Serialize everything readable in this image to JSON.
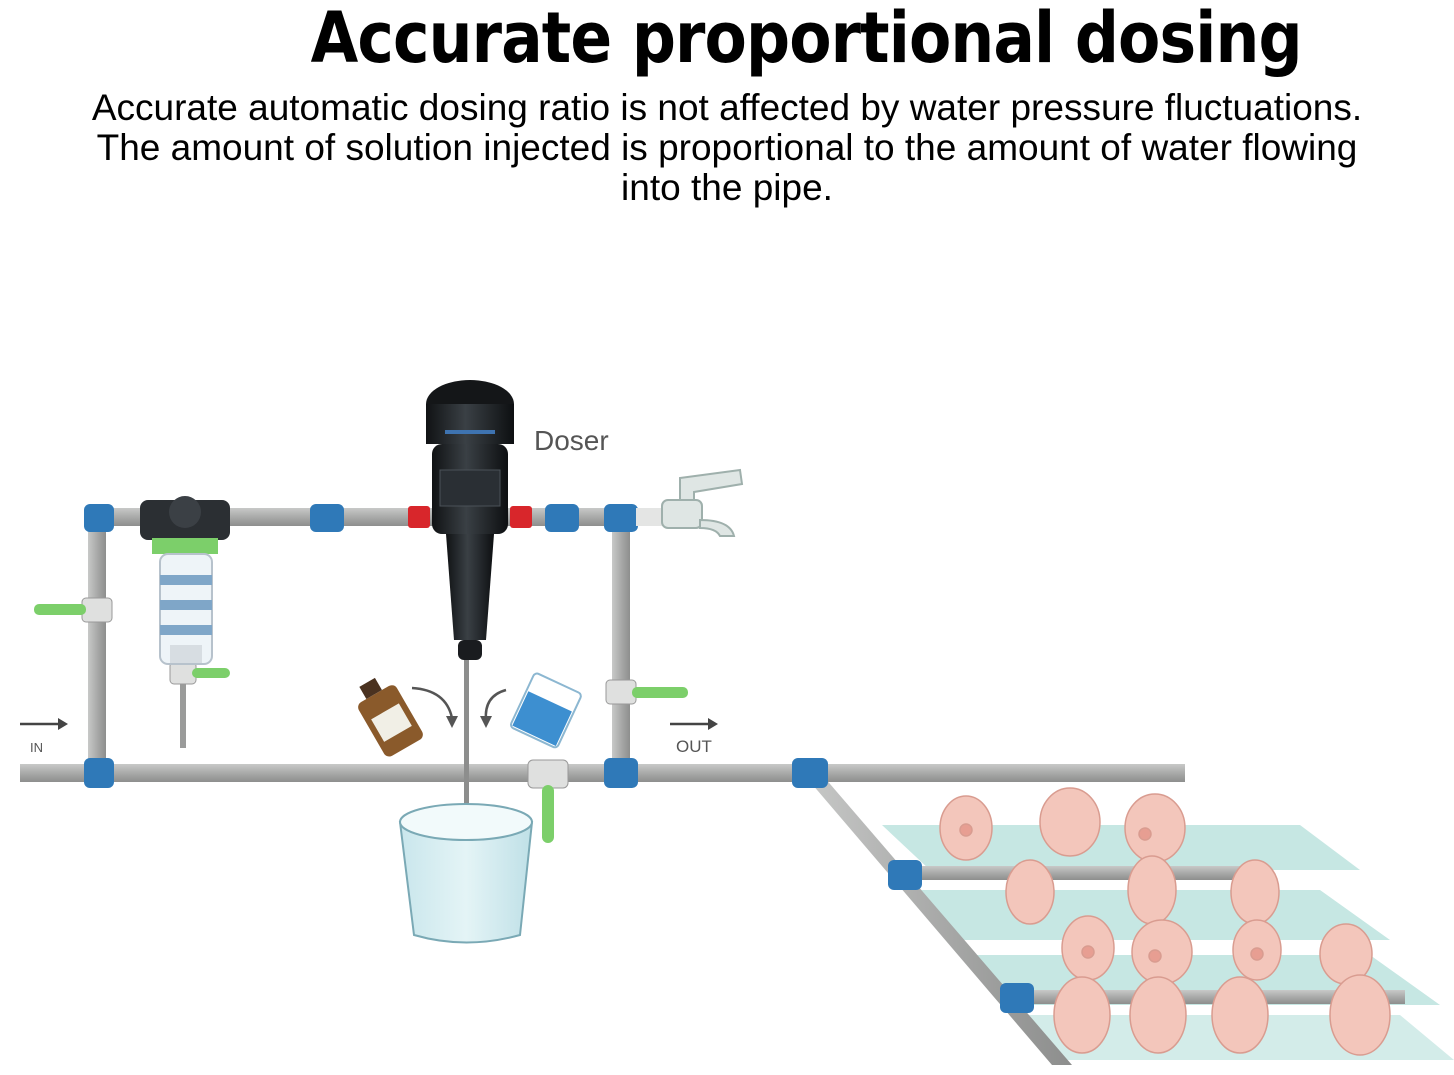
{
  "header": {
    "title": "Accurate proportional dosing",
    "description_lines": [
      "Accurate automatic dosing ratio is not affected by water pressure fluctuations.",
      "The amount of solution injected is proportional to the amount of water flowing",
      "into the pipe."
    ]
  },
  "diagram": {
    "doser_label": "Doser",
    "inlet_label": "IN",
    "outlet_label": "OUT"
  },
  "colors": {
    "pipe": "#a9aaa9",
    "fitting": "#2f79b8",
    "valve_handle": "#7ccf6a",
    "doser_body": "#1f2326",
    "doser_port": "#d8262b",
    "bucket": "#d6eef2",
    "floor": "#bfe3df",
    "pig": "#f3c6bb"
  }
}
